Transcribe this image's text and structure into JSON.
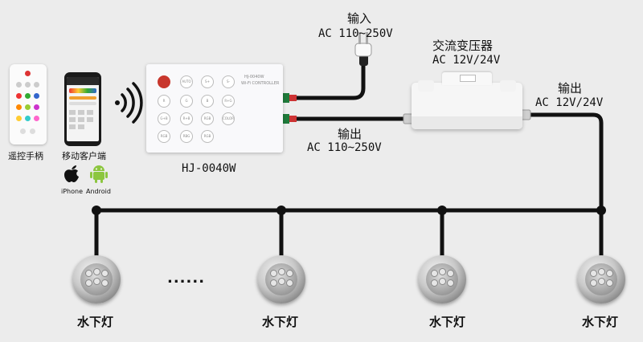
{
  "labels": {
    "remote": "遥控手柄",
    "mobile": "移动客户端",
    "iphone": "iPhone",
    "android": "Android",
    "controller_model": "HJ-0040W",
    "input_title": "输入",
    "input_voltage": "AC 110~250V",
    "transformer_title": "交流变压器",
    "transformer_voltage": "AC 12V/24V",
    "output_right_title": "输出",
    "output_right_voltage": "AC 12V/24V",
    "output_mid_title": "输出",
    "output_mid_voltage": "AC 110~250V",
    "ellipsis": "......"
  },
  "controller_panel": {
    "header_line1": "HJ-0040W",
    "header_line2": "Wi-Fi CONTROLLER",
    "buttons": [
      "AUTO",
      "S+",
      "S-",
      "R",
      "G",
      "B",
      "R+G",
      "G+B",
      "R+B",
      "RGB",
      "COLOR",
      "RGB",
      "RBG",
      "RGB"
    ]
  },
  "lights": [
    {
      "label": "水下灯"
    },
    {
      "label": "水下灯"
    },
    {
      "label": "水下灯"
    },
    {
      "label": "水下灯"
    }
  ],
  "colors": {
    "wire": "#111111",
    "connector": "#1f7a3a",
    "power_button": "#c8372d",
    "android_green": "#8cc63f"
  }
}
